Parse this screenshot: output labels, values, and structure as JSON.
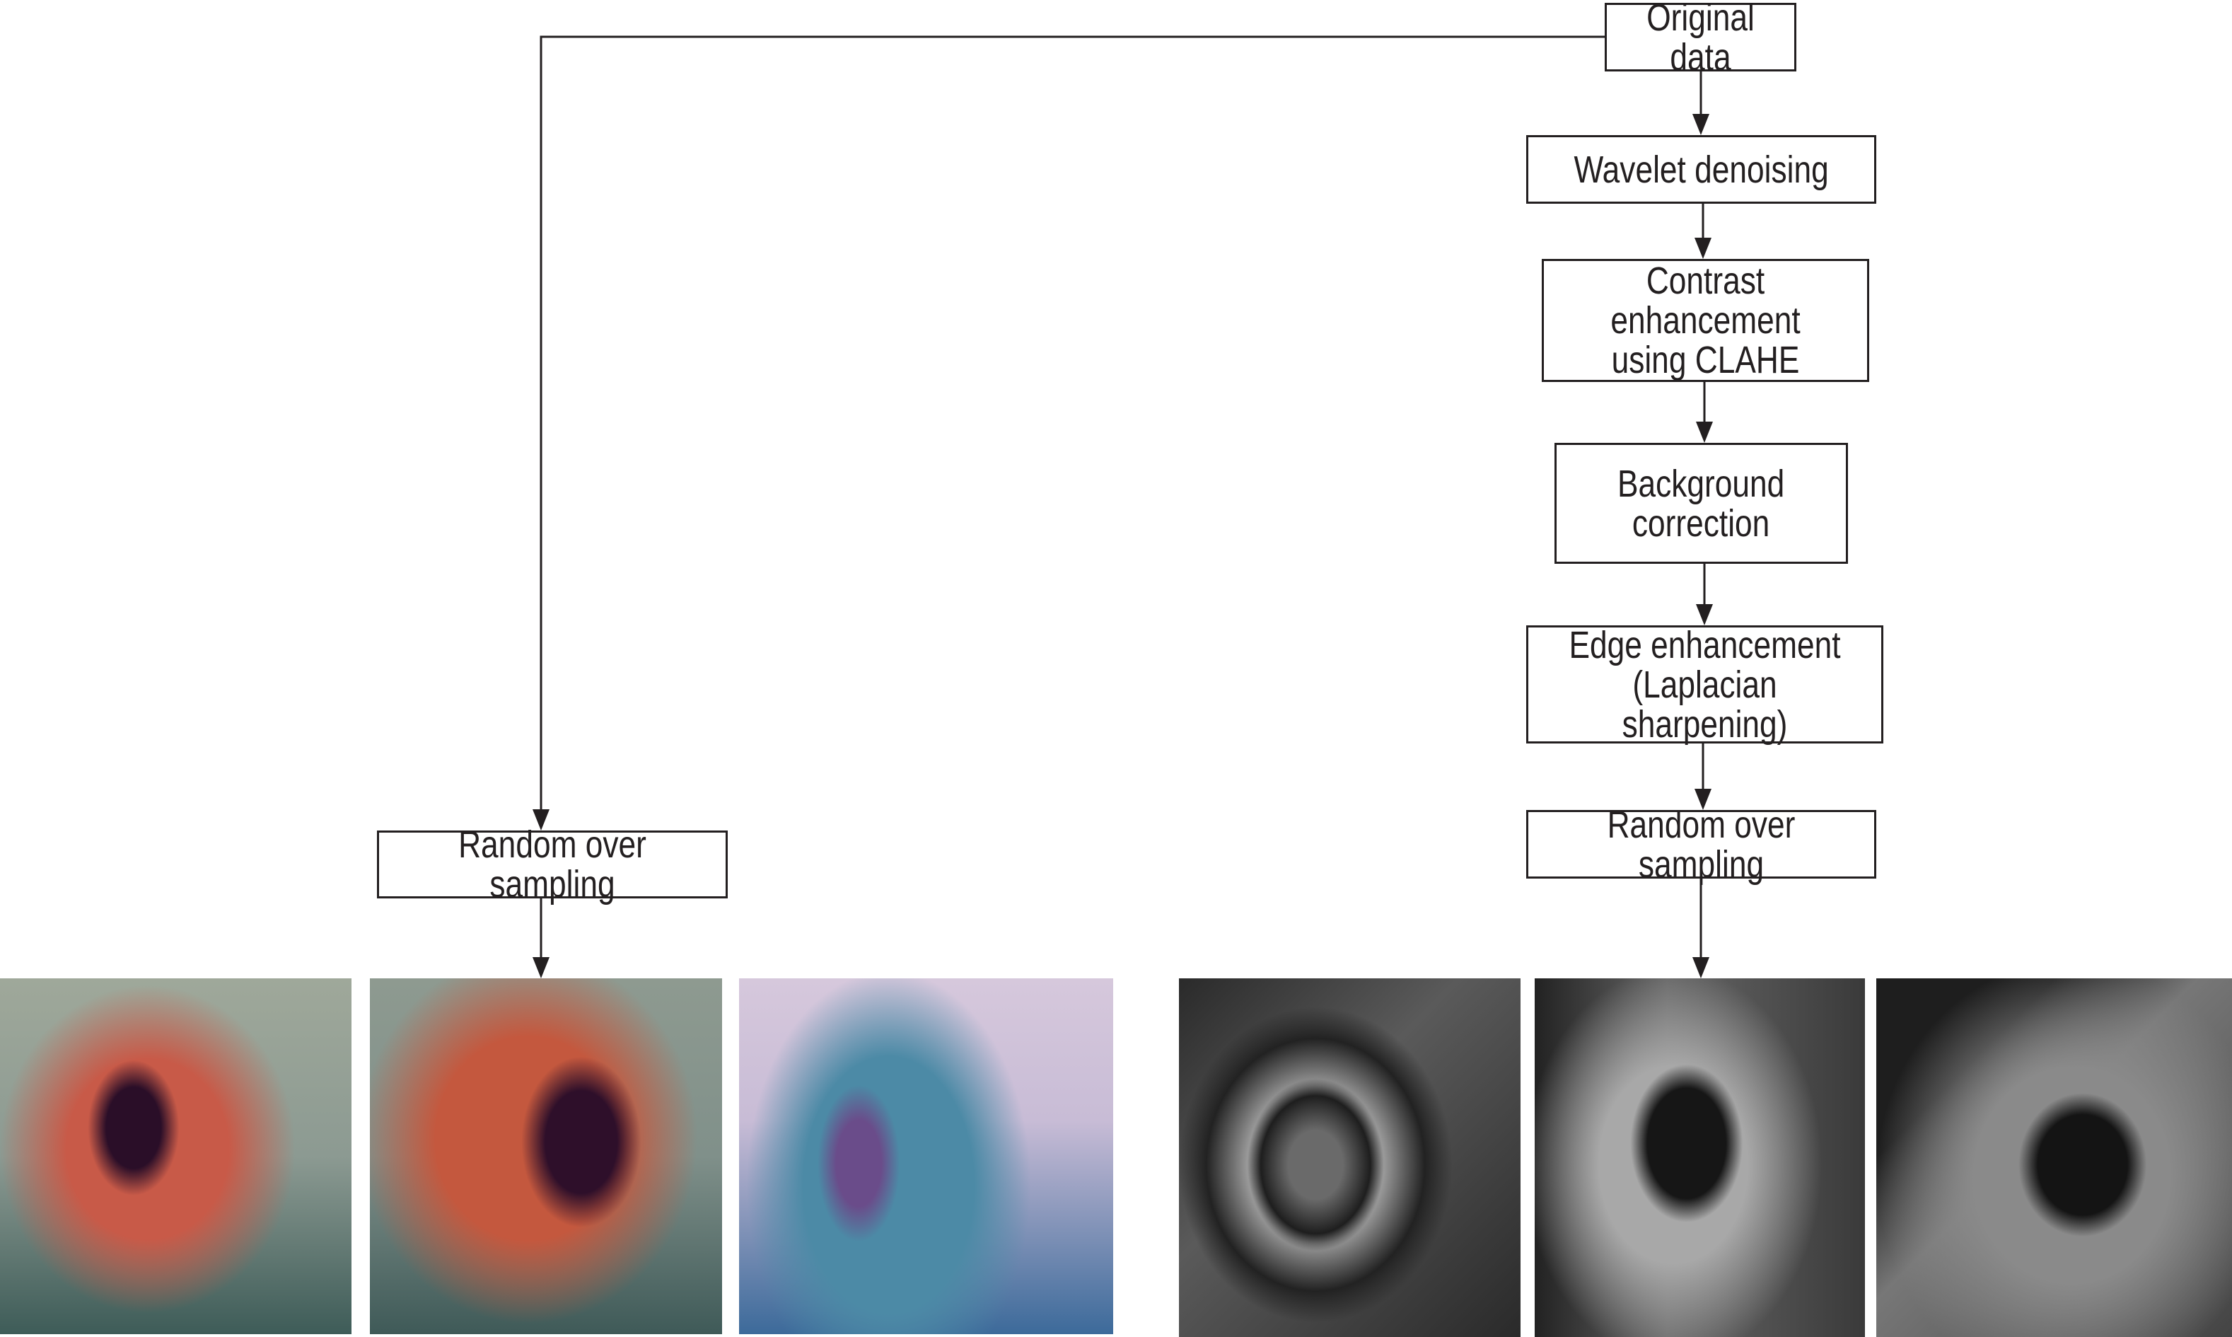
{
  "flowchart": {
    "source": "Original data",
    "right_pipeline": [
      "Wavelet denoising",
      "Contrast enhancement\nusing CLAHE",
      "Background\ncorrection",
      "Edge enhancement\n(Laplacian sharpening)",
      "Random over sampling"
    ],
    "left_pipeline": [
      "Random over sampling"
    ]
  },
  "colors": {
    "line": "#231f20"
  }
}
